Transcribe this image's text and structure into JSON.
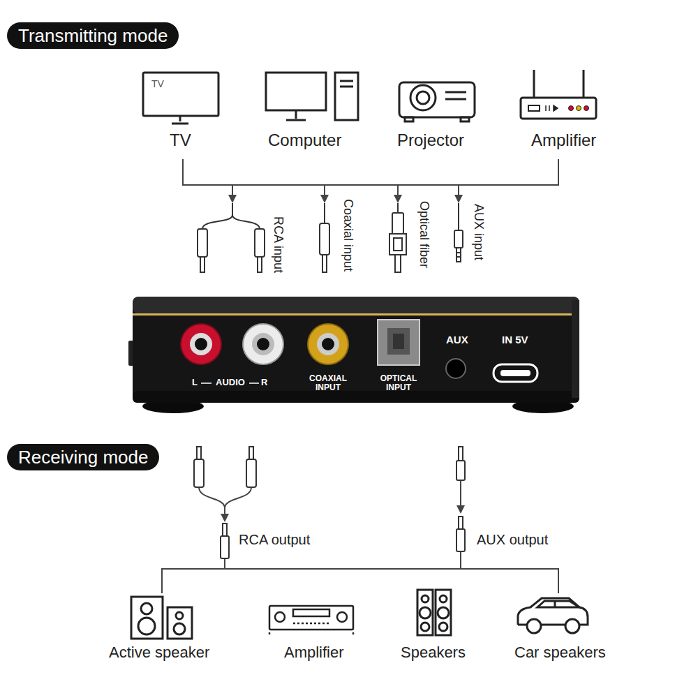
{
  "diagram": {
    "nodes": [
      {
        "text": [
          "Transmitting mode"
        ]
      },
      {
        "text": [
          "Receiving mode"
        ]
      }
    ],
    "labels": [
      "TV",
      "TV",
      "Computer",
      "Projector",
      "Amplifier",
      "RCA input",
      "Coaxial input",
      "Optical fiber",
      "AUX input",
      "L",
      "AUDIO",
      "R",
      "COAXIAL INPUT",
      "OPTICAL INPUT",
      "AUX",
      "IN 5V",
      "RCA output",
      "AUX output",
      "Active speaker",
      "Amplifier",
      "Speakers",
      "Car speakers"
    ]
  }
}
